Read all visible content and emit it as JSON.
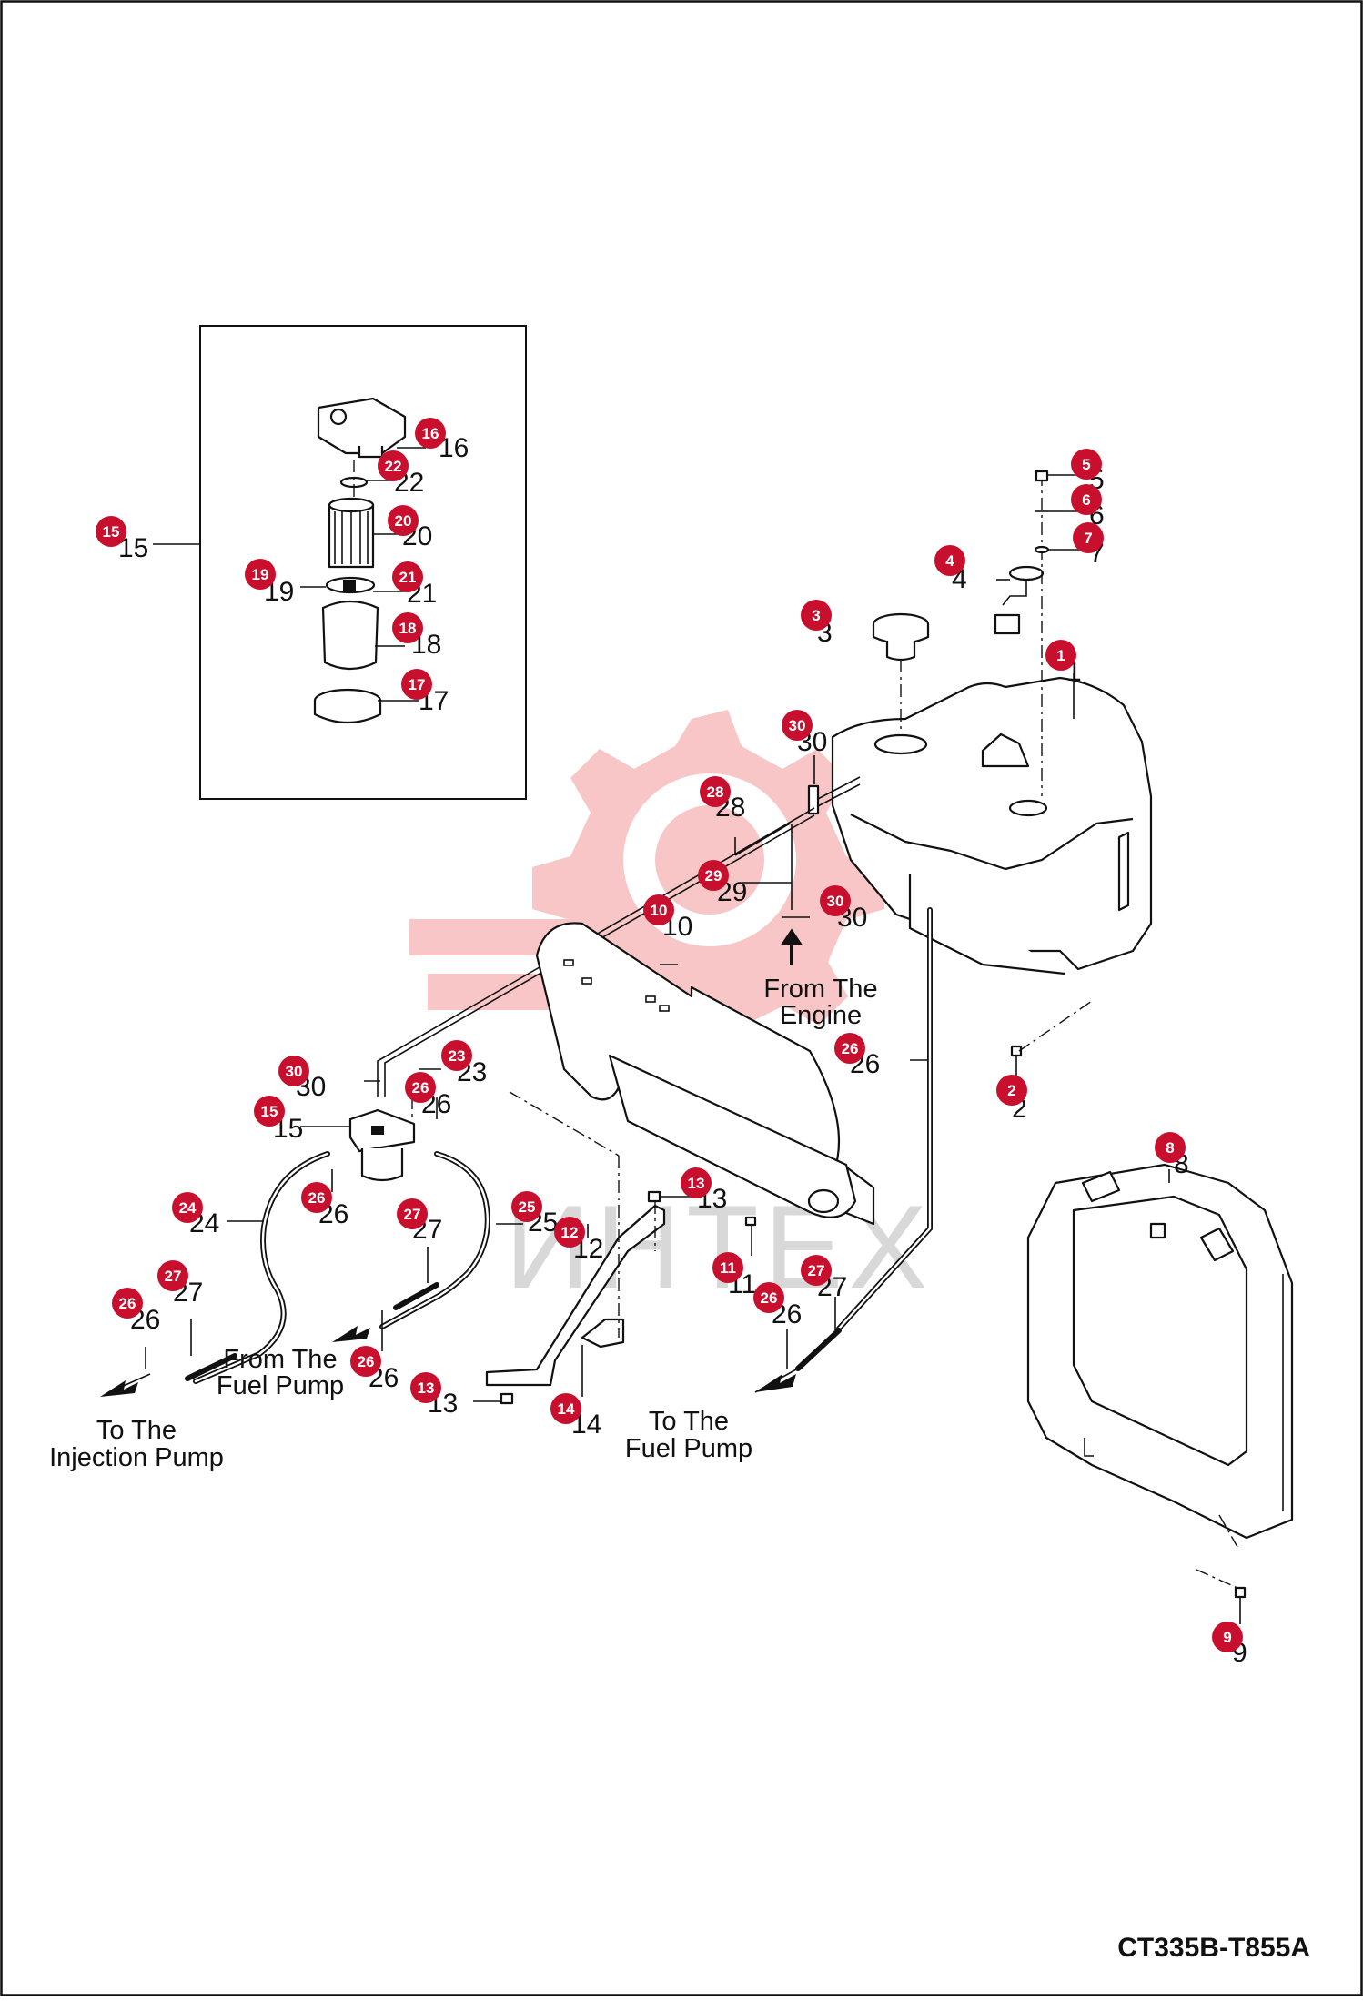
{
  "diagram": {
    "drawing_code": "CT335B-T855A",
    "watermark": "ИНТЕХ",
    "badge_color": "#c8102e",
    "inset_group_label": "15",
    "part_labels": [
      {
        "id": "15",
        "text": "15",
        "badge": "15"
      },
      {
        "id": "16",
        "text": "16",
        "badge": "16"
      },
      {
        "id": "22",
        "text": "22",
        "badge": "22"
      },
      {
        "id": "20",
        "text": "20",
        "badge": "20"
      },
      {
        "id": "19",
        "text": "19",
        "badge": "19"
      },
      {
        "id": "21",
        "text": "21",
        "badge": "21"
      },
      {
        "id": "18",
        "text": "18",
        "badge": "18"
      },
      {
        "id": "17",
        "text": "17",
        "badge": "17"
      },
      {
        "id": "5",
        "text": "5",
        "badge": "5"
      },
      {
        "id": "6",
        "text": "6",
        "badge": "6"
      },
      {
        "id": "7",
        "text": "7",
        "badge": "7"
      },
      {
        "id": "4",
        "text": "4",
        "badge": "4"
      },
      {
        "id": "3",
        "text": "3",
        "badge": "3"
      },
      {
        "id": "1",
        "text": "1",
        "badge": "1"
      },
      {
        "id": "30a",
        "text": "30",
        "badge": "30"
      },
      {
        "id": "28",
        "text": "28",
        "badge": "28"
      },
      {
        "id": "29",
        "text": "29",
        "badge": "29"
      },
      {
        "id": "30b",
        "text": "30",
        "badge": "30"
      },
      {
        "id": "10",
        "text": "10",
        "badge": "10"
      },
      {
        "id": "26a",
        "text": "26",
        "badge": "26"
      },
      {
        "id": "2",
        "text": "2",
        "badge": "2"
      },
      {
        "id": "30c",
        "text": "30",
        "badge": "30"
      },
      {
        "id": "23",
        "text": "23",
        "badge": "23"
      },
      {
        "id": "26b",
        "text": "26",
        "badge": "26"
      },
      {
        "id": "15b",
        "text": "15",
        "badge": "15"
      },
      {
        "id": "26c",
        "text": "26",
        "badge": "26"
      },
      {
        "id": "24",
        "text": "24",
        "badge": "24"
      },
      {
        "id": "27a",
        "text": "27",
        "badge": "27"
      },
      {
        "id": "25",
        "text": "25",
        "badge": "25"
      },
      {
        "id": "12",
        "text": "12",
        "badge": "12"
      },
      {
        "id": "13a",
        "text": "13",
        "badge": "13"
      },
      {
        "id": "11",
        "text": "11",
        "badge": "11"
      },
      {
        "id": "27b",
        "text": "27",
        "badge": "27"
      },
      {
        "id": "27c",
        "text": "27",
        "badge": "27"
      },
      {
        "id": "26d",
        "text": "26",
        "badge": "26"
      },
      {
        "id": "26e",
        "text": "26",
        "badge": "26"
      },
      {
        "id": "26f",
        "text": "26",
        "badge": "26"
      },
      {
        "id": "13b",
        "text": "13",
        "badge": "13"
      },
      {
        "id": "14",
        "text": "14",
        "badge": "14"
      },
      {
        "id": "8",
        "text": "8",
        "badge": "8"
      },
      {
        "id": "9",
        "text": "9",
        "badge": "9"
      }
    ],
    "captions": {
      "from_engine": [
        "From The",
        "Engine"
      ],
      "from_fuel_pump": [
        "From The",
        "Fuel Pump"
      ],
      "to_injection_pump": [
        "To The",
        "Injection Pump"
      ],
      "to_fuel_pump": [
        "To The",
        "Fuel Pump"
      ]
    }
  }
}
